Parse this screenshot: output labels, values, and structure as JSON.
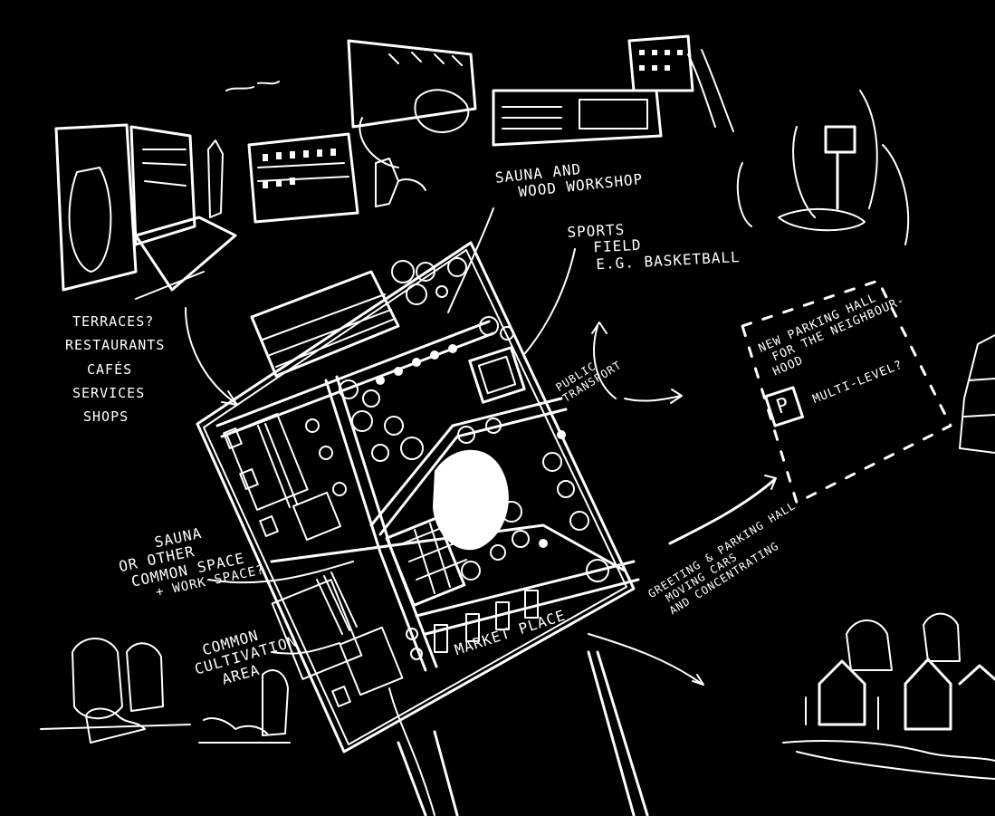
{
  "labels": {
    "sauna_workshop": [
      "SAUNA AND",
      "WOOD WORKSHOP"
    ],
    "sports_field": [
      "SPORTS",
      "FIELD",
      "E.G. BASKETBALL"
    ],
    "terraces": [
      "TERRACES?",
      "RESTAURANTS",
      "CAFÉS",
      "SERVICES",
      "SHOPS"
    ],
    "parking_hall": [
      "NEW PARKING HALL",
      "FOR THE NEIGHBOUR-",
      "HOOD"
    ],
    "parking_symbol": "P",
    "multi_level": "MULTI-LEVEL?",
    "public_transport": [
      "PUBLIC",
      "TRANSPORT"
    ],
    "sauna_common": [
      "SAUNA",
      "OR OTHER",
      "COMMON SPACE",
      "+ WORK SPACE?"
    ],
    "common_cultivation": [
      "COMMON",
      "CULTIVATION",
      "AREA"
    ],
    "market_place": "MARKET PLACE",
    "cars": [
      "GREETING & PARKING HALL",
      "MOVING CARS",
      "AND CONCENTRATING"
    ]
  },
  "colors": {
    "background": "#000000",
    "ink": "#ffffff"
  }
}
